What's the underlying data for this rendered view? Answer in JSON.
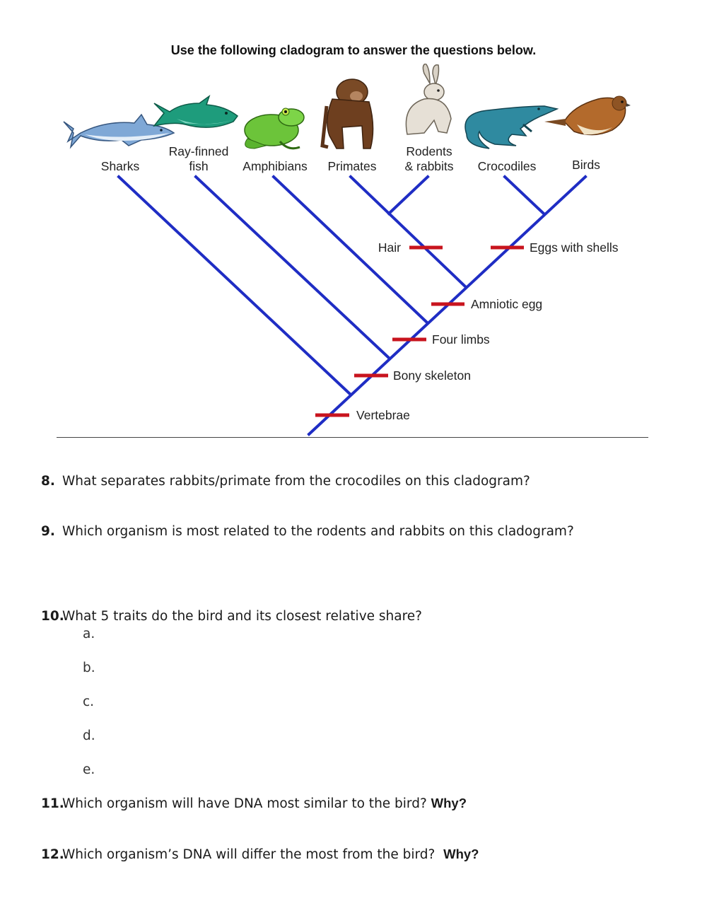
{
  "instruction": "Use the following cladogram to answer the questions below.",
  "cladogram": {
    "taxa": {
      "sharks": "Sharks",
      "rayfinned_1": "Ray-finned",
      "rayfinned_2": "fish",
      "amphibians": "Amphibians",
      "primates": "Primates",
      "rodents_1": "Rodents",
      "rodents_2": "& rabbits",
      "crocodiles": "Crocodiles",
      "birds": "Birds"
    },
    "traits": {
      "hair": "Hair",
      "eggs_shells": "Eggs with shells",
      "amniotic_egg": "Amniotic egg",
      "four_limbs": "Four limbs",
      "bony_skeleton": "Bony skeleton",
      "vertebrae": "Vertebrae"
    },
    "colors": {
      "branch": "#1f2dc4",
      "trait_bar": "#c8141e"
    },
    "illustrations": [
      "shark",
      "ray-finned-fish",
      "frog",
      "chimpanzee",
      "rabbit",
      "crocodile",
      "bird"
    ]
  },
  "questions": [
    {
      "num": "8.",
      "text": "What separates rabbits/primate from the crocodiles on this cladogram?"
    },
    {
      "num": "9.",
      "text": "Which organism is most related to the rodents and rabbits on this cladogram?"
    },
    {
      "num": "10.",
      "text": "What 5 traits do the bird and its closest relative share?",
      "options": [
        "a.",
        "b.",
        "c.",
        "d.",
        "e."
      ]
    },
    {
      "num": "11.",
      "text": "Which organism will have DNA most similar to the bird?",
      "bold": "Why?"
    },
    {
      "num": "12.",
      "text": "Which organism’s DNA will differ the most from the bird?",
      "bold": "Why?"
    }
  ]
}
